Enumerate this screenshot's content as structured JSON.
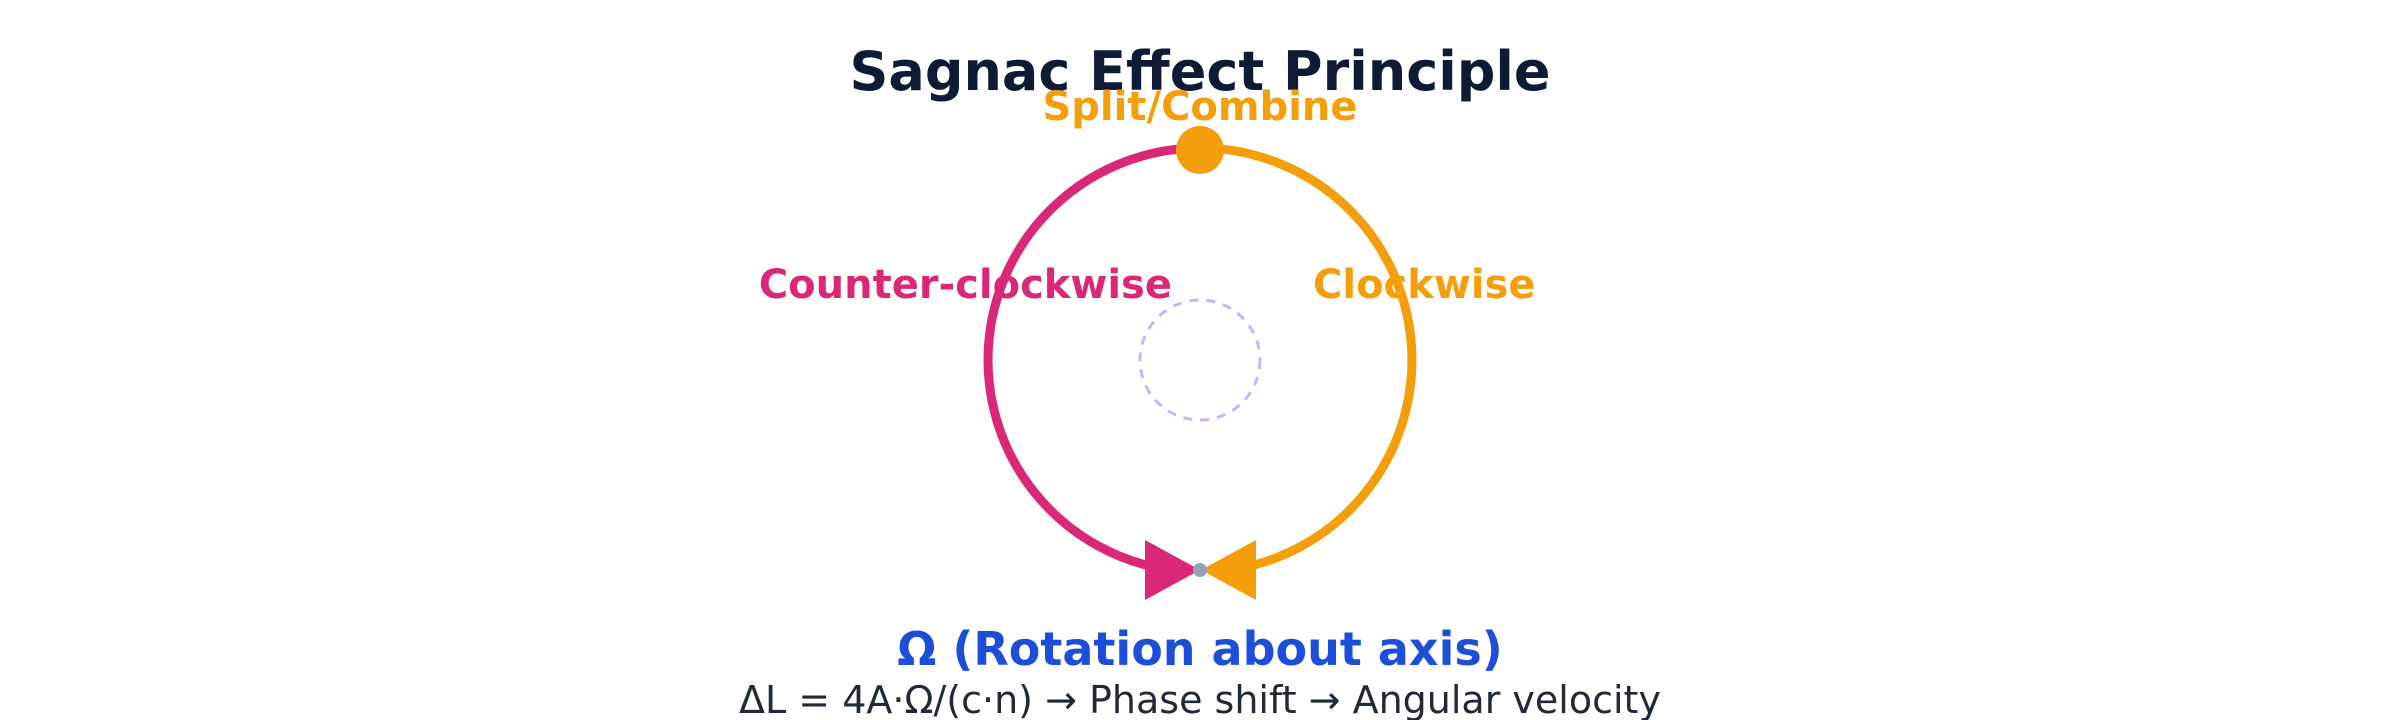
{
  "diagram": {
    "title": "Sagnac Effect Principle",
    "split_label": "Split/Combine",
    "ccw_label": "Counter-clockwise",
    "cw_label": "Clockwise",
    "rotation_label": "Ω (Rotation about axis)",
    "formula": "ΔL = 4A·Ω/(c·n) → Phase shift → Angular velocity"
  },
  "colors": {
    "title": "#0f1b35",
    "counter_clockwise": "#db2777",
    "clockwise": "#f59e0b",
    "split_node": "#f59e0b",
    "rotation_axis": "#c4b5fd",
    "rotation_label": "#1d4ed8",
    "formula": "#1f2937",
    "combine_node": "#94a3b8"
  }
}
